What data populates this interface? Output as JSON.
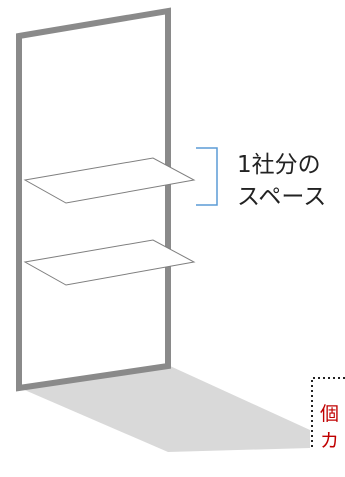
{
  "caption": {
    "line1": "1社分の",
    "line2": "スペース"
  },
  "side_note": {
    "line1": "個",
    "line2": "カ"
  },
  "colors": {
    "frame": "#8a8a8a",
    "floor": "#d9d9d9",
    "bracket": "#5b9bd5",
    "shelf_fill": "#ffffff",
    "shelf_stroke": "#7f7f7f",
    "note_text": "#c00000",
    "note_border": "#222222"
  }
}
